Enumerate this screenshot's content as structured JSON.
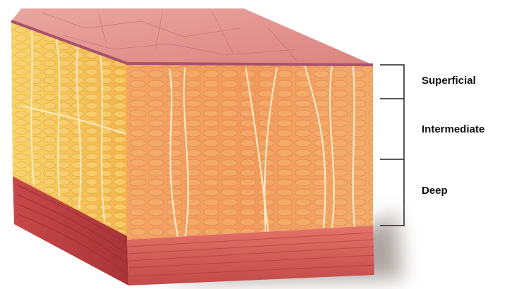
{
  "layers": {
    "superficial": "Superficial",
    "intermediate": "Intermediate",
    "deep": "Deep"
  },
  "colors": {
    "skin_top": "#e08a86",
    "skin_edge": "#a8506c",
    "fat_front": "#f0a060",
    "fat_side": "#f4c054",
    "fascia_strands": "#fbecc8",
    "muscle": "#d2524e",
    "muscle_dark": "#a83438",
    "shadow": "#6a5a52",
    "bracket": "#222222"
  },
  "icons": [
    "tissue-block-illustration",
    "layer-bracket"
  ]
}
